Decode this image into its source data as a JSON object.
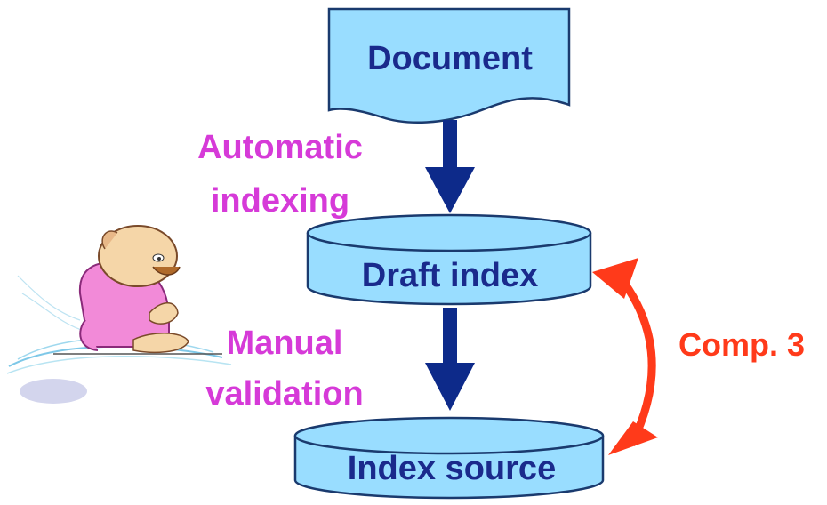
{
  "diagram": {
    "nodes": {
      "document": "Document",
      "draft_index": "Draft index",
      "index_source": "Index source"
    },
    "edges": {
      "automatic_line1": "Automatic",
      "automatic_line2": "indexing",
      "manual_line1": "Manual",
      "manual_line2": "validation",
      "comparison": "Comp. 3"
    }
  },
  "colors": {
    "box_fill": "#99ddff",
    "box_stroke": "#1a3a6e",
    "label_text": "#1a2a8c",
    "flow_arrow": "#0d2a8a",
    "step_label": "#d63ad8",
    "comparison": "#ff3a1a"
  },
  "icons": [
    "person-at-desk-clipart"
  ]
}
